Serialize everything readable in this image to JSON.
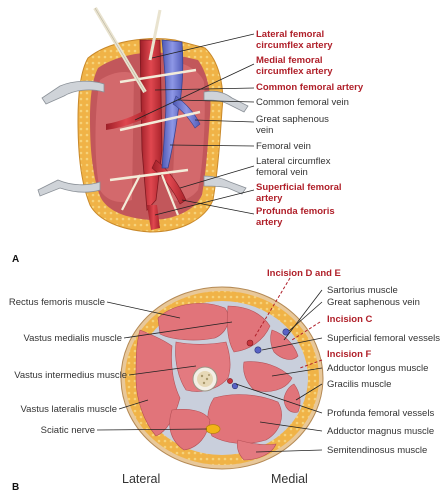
{
  "panel_a": {
    "letter": "A",
    "labels": {
      "lateral_femoral_circumflex_artery": [
        "Lateral femoral",
        "circumflex artery"
      ],
      "medial_femoral_circumflex_artery": [
        "Medial femoral",
        "circumflex artery"
      ],
      "common_femoral_artery": [
        "Common femoral artery"
      ],
      "common_femoral_vein": [
        "Common femoral vein"
      ],
      "great_saphenous_vein": [
        "Great saphenous",
        "vein"
      ],
      "femoral_vein": [
        "Femoral vein"
      ],
      "lateral_circumflex_femoral_vein": [
        "Lateral circumflex",
        "femoral vein"
      ],
      "superficial_femoral_artery": [
        "Superficial femoral",
        "artery"
      ],
      "profunda_femoris_artery": [
        "Profunda femoris",
        "artery"
      ]
    }
  },
  "panel_b": {
    "letter": "B",
    "incisions": {
      "incision_d_e": "Incision D and E",
      "incision_c": "Incision C",
      "incision_f": "Incision F"
    },
    "labels": {
      "rectus_femoris": "Rectus femoris muscle",
      "vastus_medialis": "Vastus medialis muscle",
      "vastus_intermedius": "Vastus intermedius muscle",
      "vastus_lateralis": "Vastus lateralis muscle",
      "sciatic_nerve": "Sciatic nerve",
      "sartorius": "Sartorius muscle",
      "great_saphenous_vein": "Great saphenous vein",
      "superficial_femoral_vessels": "Superficial femoral vessels",
      "adductor_longus": "Adductor longus muscle",
      "gracilis": "Gracilis muscle",
      "profunda_femoral_vessels": "Profunda femoral vessels",
      "adductor_magnus": "Adductor magnus muscle",
      "semitendinosus": "Semitendinosus muscle"
    },
    "sides": {
      "lateral": "Lateral",
      "medial": "Medial"
    }
  },
  "colors": {
    "artery": "#c8343c",
    "vein": "#6f7ad0",
    "muscle": "#e1747a",
    "fat": "#f0b347",
    "skin": "#e8c89a",
    "fascia": "#c9cfdc",
    "nerve": "#f2b417",
    "label_red": "#b0202a"
  }
}
